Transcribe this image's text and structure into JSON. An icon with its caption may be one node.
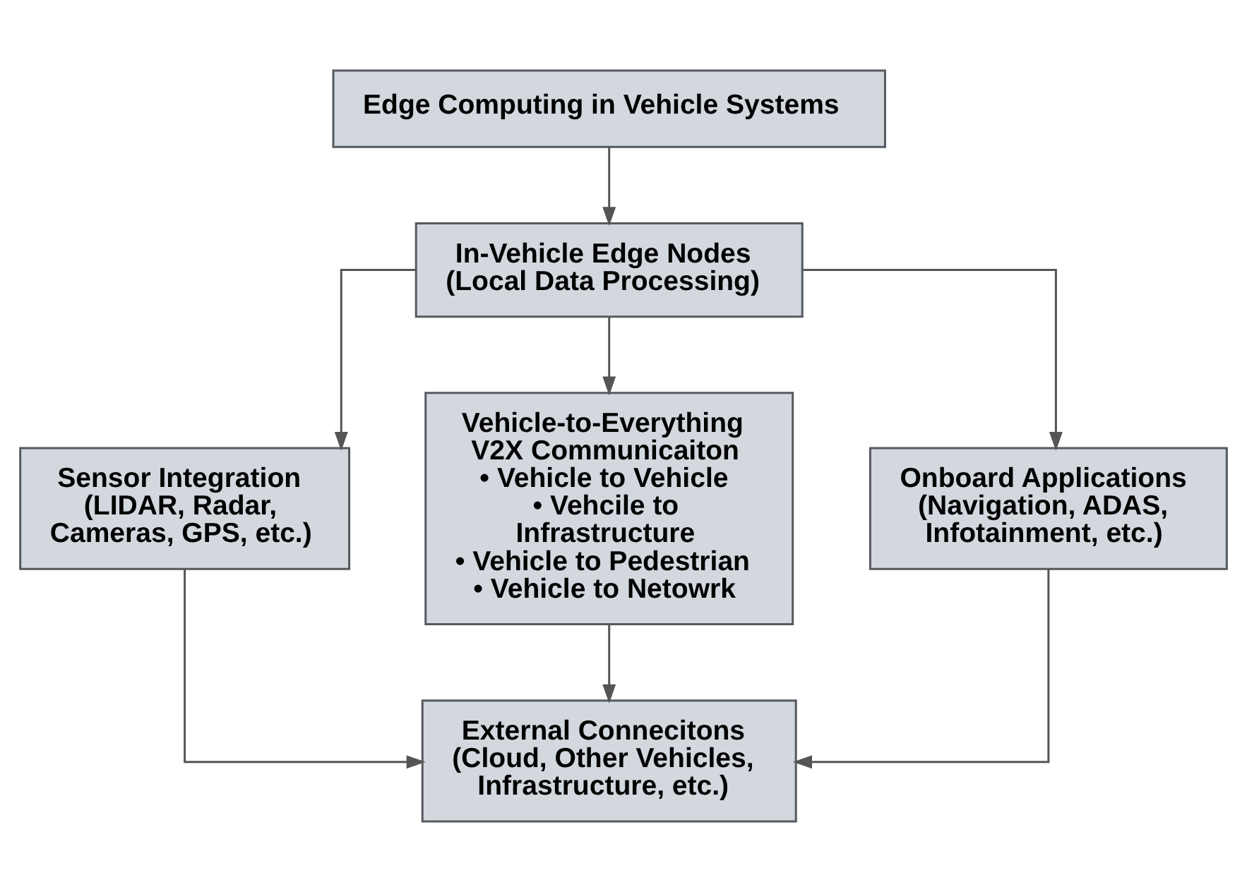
{
  "diagram": {
    "nodes": [
      {
        "text": [
          "Edge Computing in Vehicle Systems"
        ]
      },
      {
        "text": [
          "In-Vehicle Edge Nodes",
          "(Local Data Processing)"
        ]
      },
      {
        "text": [
          "Sensor Integration",
          "(LIDAR, Radar, Cameras, GPS, etc.)"
        ]
      },
      {
        "text": [
          "Vehicle-to-Everything V2X Communicaiton",
          "• Vehicle to Vehicle",
          "• Vehcile to Infrastructure",
          "• Vehicle to Pedestrian",
          "• Vehicle to Netowrk"
        ]
      },
      {
        "text": [
          "Onboard Applications",
          "(Navigation, ADAS, Infotainment, etc.)"
        ]
      },
      {
        "text": [
          "External Connecitons",
          "(Cloud, Other Vehicles, Infrastructure, etc.)"
        ]
      }
    ],
    "edges": [
      {
        "from": 0,
        "to": 1,
        "arrow": "to"
      },
      {
        "from": 1,
        "to": 2,
        "arrow": "to"
      },
      {
        "from": 1,
        "to": 3,
        "arrow": "to"
      },
      {
        "from": 1,
        "to": 4,
        "arrow": "to"
      },
      {
        "from": 2,
        "to": 5,
        "arrow": "to"
      },
      {
        "from": 3,
        "to": 5,
        "arrow": "to"
      },
      {
        "from": 4,
        "to": 5,
        "arrow": "to"
      }
    ]
  }
}
